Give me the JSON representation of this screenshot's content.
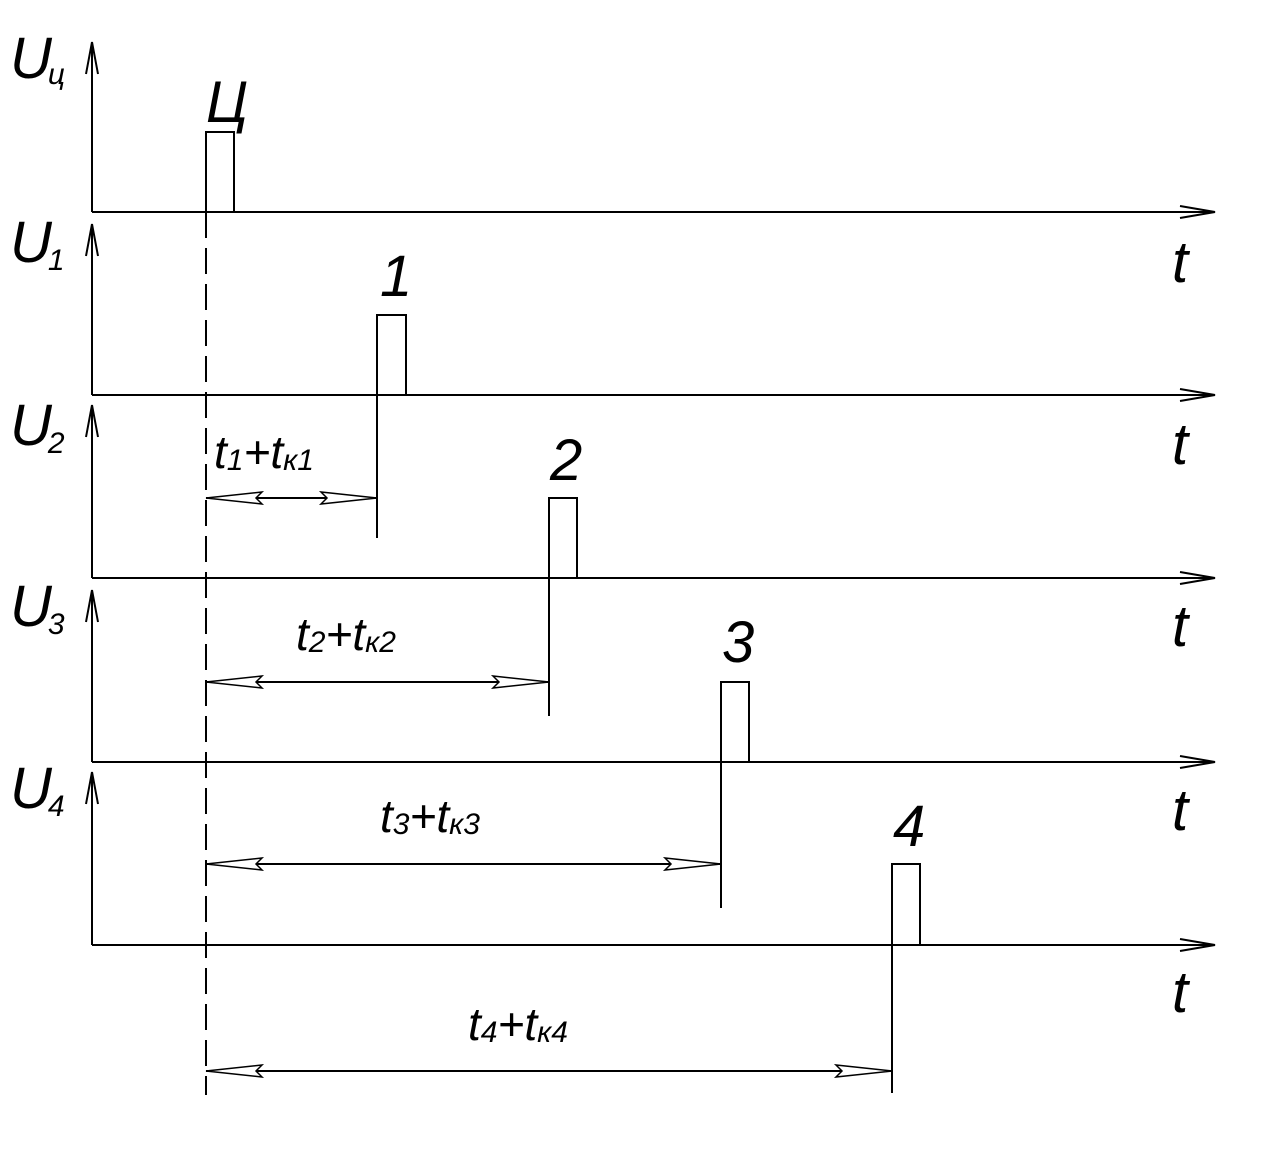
{
  "signal_labels": [
    {
      "main": "U",
      "sub": "ц"
    },
    {
      "main": "U",
      "sub": "1"
    },
    {
      "main": "U",
      "sub": "2"
    },
    {
      "main": "U",
      "sub": "3"
    },
    {
      "main": "U",
      "sub": "4"
    }
  ],
  "pulse_labels": [
    "Ц",
    "1",
    "2",
    "3",
    "4"
  ],
  "time_axis_label": "t",
  "intervals": [
    {
      "t": "t",
      "i": "1",
      "plus": "+",
      "tk": "t",
      "k": "к1"
    },
    {
      "t": "t",
      "i": "2",
      "plus": "+",
      "tk": "t",
      "k": "к2"
    },
    {
      "t": "t",
      "i": "3",
      "plus": "+",
      "tk": "t",
      "k": "к3"
    },
    {
      "t": "t",
      "i": "4",
      "plus": "+",
      "tk": "t",
      "k": "к4"
    }
  ],
  "colors": {
    "line": "#000000",
    "background": "#ffffff"
  }
}
